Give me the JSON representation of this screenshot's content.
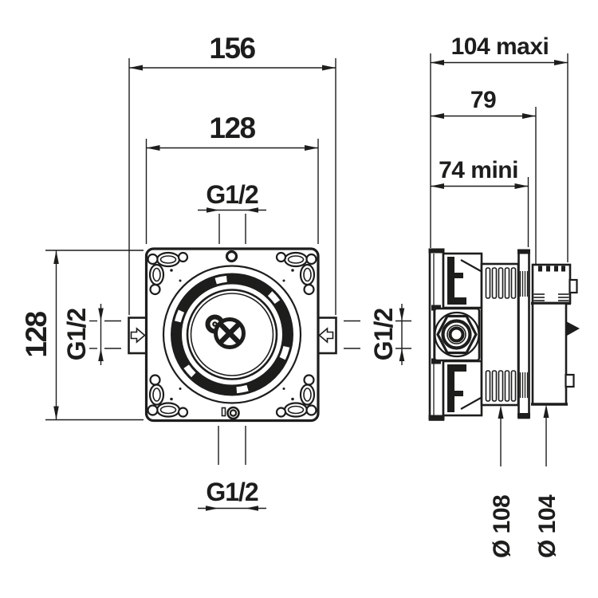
{
  "drawing": {
    "front": {
      "dim_width_overall": "156",
      "dim_width_inner": "128",
      "dim_height": "128",
      "port_top": "G1/2",
      "port_left": "G1/2",
      "port_right": "G1/2",
      "port_bottom": "G1/2"
    },
    "side": {
      "dim_depth_max": "104 maxi",
      "dim_depth_flange": "79",
      "dim_depth_min": "74 mini",
      "dim_dia_body": "Ø 108",
      "dim_dia_sleeve": "Ø 104"
    },
    "colors": {
      "line": "#1d1d1b",
      "background": "#ffffff"
    }
  }
}
